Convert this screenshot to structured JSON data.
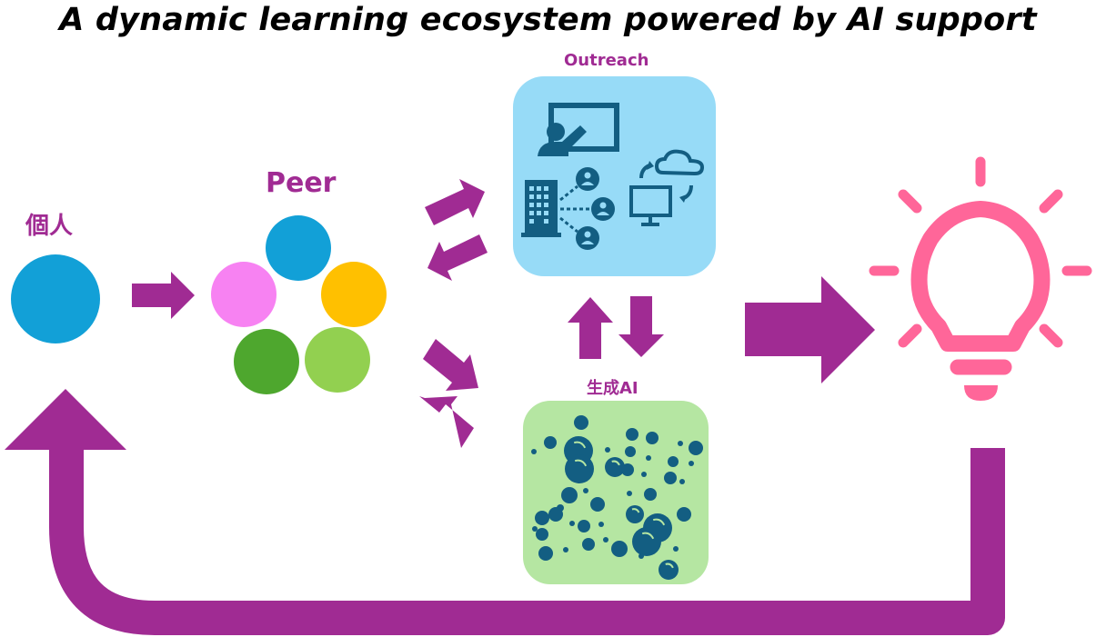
{
  "title": "A dynamic learning ecosystem powered by AI support",
  "nodes": {
    "individual": {
      "label": "個人",
      "color": "#12a0d7"
    },
    "peer": {
      "label": "Peer",
      "member_colors": [
        "#12a0d7",
        "#f782f2",
        "#ffc000",
        "#4ea72e",
        "#92d050"
      ]
    },
    "outreach": {
      "label": "Outreach",
      "box_color": "#97dbf7",
      "icon_color": "#135e82"
    },
    "generative_ai": {
      "label": "生成AI",
      "box_color": "#b5e6a2",
      "icon_color": "#135e82"
    },
    "insight": {
      "icon": "lightbulb-icon",
      "color": "#ff6699"
    }
  },
  "colors": {
    "arrow": "#a02b93",
    "label": "#a02b93"
  }
}
